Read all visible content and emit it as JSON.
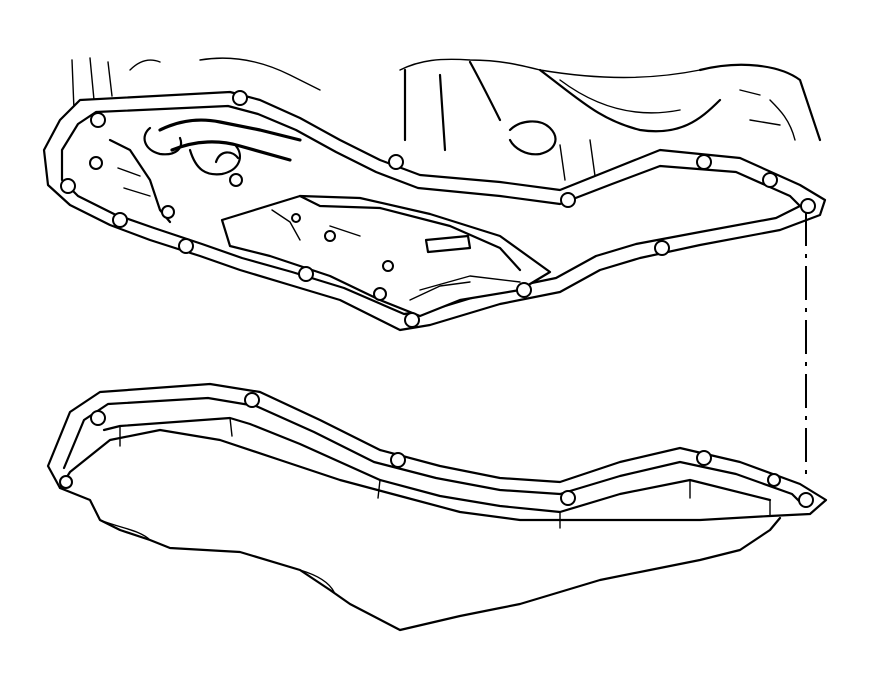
{
  "figure": {
    "upper_assembly": "transmission-case-underside",
    "lower_part": "oil-pan",
    "alignment": "dash-dot-alignment-line",
    "line_color": "#000000",
    "background_color": "#ffffff"
  }
}
